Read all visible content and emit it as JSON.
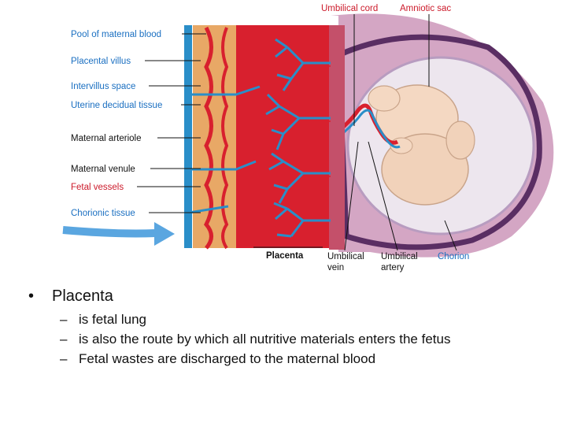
{
  "figure": {
    "left_labels": [
      {
        "key": "pool",
        "text": "Pool of maternal blood",
        "color": "#1a6fc1"
      },
      {
        "key": "villus",
        "text": "Placental villus",
        "color": "#1a6fc1"
      },
      {
        "key": "intervillus",
        "text": "Intervillus space",
        "color": "#1a6fc1"
      },
      {
        "key": "decidual",
        "text": "Uterine decidual tissue",
        "color": "#1a6fc1"
      },
      {
        "key": "arteriole",
        "text": "Maternal arteriole",
        "color": "#111111"
      },
      {
        "key": "venule",
        "text": "Maternal venule",
        "color": "#111111"
      },
      {
        "key": "fetal_vessels",
        "text": "Fetal vessels",
        "color": "#cc1a2a"
      },
      {
        "key": "chorionic",
        "text": "Chorionic tissue",
        "color": "#1a6fc1"
      }
    ],
    "top_labels": {
      "umbilical_cord": "Umbilical cord",
      "amniotic_sac": "Amniotic sac"
    },
    "bottom_labels": {
      "placenta": "Placenta",
      "umbilical_vein_1": "Umbilical",
      "umbilical_vein_2": "vein",
      "umbilical_artery_1": "Umbilical",
      "umbilical_artery_2": "artery",
      "chorion": "Chorion"
    },
    "colors": {
      "maternal_red": "#d8202e",
      "fetal_blue": "#2a8ec8",
      "decidua_tan": "#e8a866",
      "uterine_pink": "#c98aa8",
      "sac_purple": "#6a3a6e",
      "fetus_skin": "#f4d8c2",
      "flow_arrow": "#5aa6e0"
    },
    "icons": [
      "flow-arrow-icon"
    ]
  },
  "slide": {
    "bullet_title": "Placenta",
    "sub_items": [
      "is fetal lung",
      "is also the route by which all nutritive materials enters the fetus",
      "Fetal wastes are discharged to the maternal blood"
    ]
  }
}
